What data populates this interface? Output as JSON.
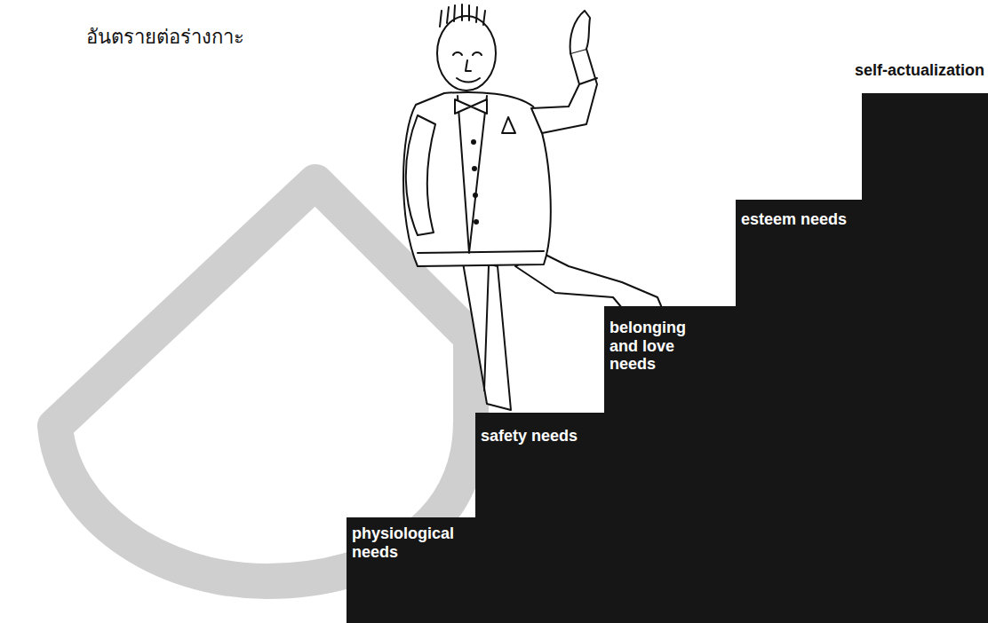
{
  "diagram": {
    "nodes": [
      {
        "text": [
          "physiological needs"
        ]
      },
      {
        "text": [
          "safety needs"
        ]
      },
      {
        "text": [
          "belonging and love needs"
        ]
      },
      {
        "text": [
          "esteem needs"
        ]
      },
      {
        "text": [
          "self-actualization"
        ]
      }
    ],
    "labels": [
      "อันตรายต่อร่างกาะ"
    ]
  }
}
